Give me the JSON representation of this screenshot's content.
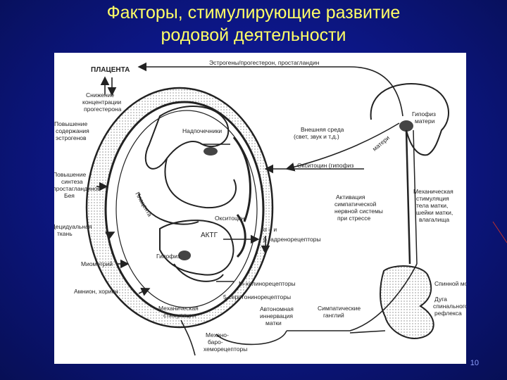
{
  "title": {
    "line1": "Факторы, стимулирующие развитие",
    "line2": "родовой деятельности"
  },
  "page_number": "10",
  "colors": {
    "background": "#0d178a",
    "title": "#ffff66",
    "figure_background": "#ffffff",
    "ink": "#222222"
  },
  "labels": {
    "placenta": "ПЛАЦЕНТА",
    "estrogens": "Эстрогены/прогестерон, простагландин",
    "decrease_1": "Снижение",
    "decrease_2": "концентрации",
    "decrease_3": "прогестерона",
    "increase_1": "Повышение",
    "increase_2": "содержания",
    "increase_3": "эстрогенов",
    "synth_1": "Повышение",
    "synth_2": "синтеза",
    "synth_3": "простагландинов",
    "synth_4": "Бея",
    "decidual_1": "Децидуальная",
    "decidual_2": "ткань",
    "myometrium": "Миометрий",
    "amnion": "Амнион, хорион",
    "mech_1": "Механическая",
    "mech_2": "стимуляция",
    "mechano_1": "Механо-",
    "mechano_2": "баро-",
    "mechano_3": "хеморецепторы",
    "adrenal": "Надпочечники",
    "pituitary_mother_1": "Гипофиз",
    "pituitary_mother_2": "матери",
    "environment_1": "Внешняя среда",
    "environment_2": "(свет, звук и т.д.)",
    "arc_mother": "матери",
    "oxytocin_mother": "Окситоцин (гипофиз",
    "placenta_arc": "Плацента",
    "oxytocin_fetal": "Окситоцин",
    "acth": "АКТГ",
    "pituitary_fetal": "Гипофиз",
    "sympathetic_1": "Активация",
    "sympathetic_2": "симпатической",
    "sympathetic_3": "нервной системы",
    "sympathetic_4": "при стрессе",
    "mech_stim_1": "Механическая",
    "mech_stim_2": "стимуляция",
    "mech_stim_3": "тела матки,",
    "mech_stim_4": "шейки матки,",
    "mech_stim_5": "влагалища",
    "alpha_1": "α – и",
    "alpha_2": "β -адренорецепторы",
    "m_cholino": "М-холинорецепторы",
    "serotonin": "5-серотонинорецепторы",
    "autonomic_1": "Автономная",
    "autonomic_2": "иннервация",
    "autonomic_3": "матки",
    "ganglion_1": "Симпатические",
    "ganglion_2": "ганглий",
    "spinal_cord": "Спинной мозг",
    "arc_1": "Дуга",
    "arc_2": "спинального",
    "arc_3": "рефлекса"
  }
}
